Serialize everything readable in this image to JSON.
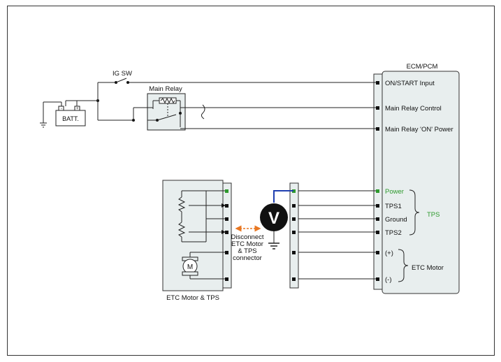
{
  "labels": {
    "ig_sw": "IG SW",
    "main_relay": "Main Relay",
    "battery": "BATT.",
    "ecm_title": "ECM/PCM",
    "on_start_input": "ON/START Input",
    "main_relay_control": "Main Relay Control",
    "main_relay_on_power": "Main Relay 'ON' Power",
    "power": "Power",
    "tps1": "TPS1",
    "ground": "Ground",
    "tps2": "TPS2",
    "etc_plus": "(+)",
    "etc_minus": "(-)",
    "tps_group": "TPS",
    "etc_motor_group": "ETC Motor",
    "etc_motor_tps": "ETC Motor & TPS",
    "motor_symbol": "M",
    "voltmeter_symbol": "V",
    "disconnect_line1": "Disconnect",
    "disconnect_line2": "ETC Motor",
    "disconnect_line3": "& TPS",
    "disconnect_line4": "connector"
  },
  "colors": {
    "power_wire": "#1f3fb0",
    "power_pin": "#2e9a2e",
    "power_text": "#2e9a2e",
    "tps_group_text": "#2e9a2e",
    "disconnect_arrow": "#e87722",
    "outline": "#222222",
    "box_fill": "#e8eeee"
  },
  "icons": [
    "switch-icon",
    "relay-coil-icon",
    "battery-icon",
    "ground-icon",
    "potentiometer-icon",
    "motor-icon",
    "voltmeter-icon",
    "double-arrow-icon",
    "brace-icon"
  ]
}
